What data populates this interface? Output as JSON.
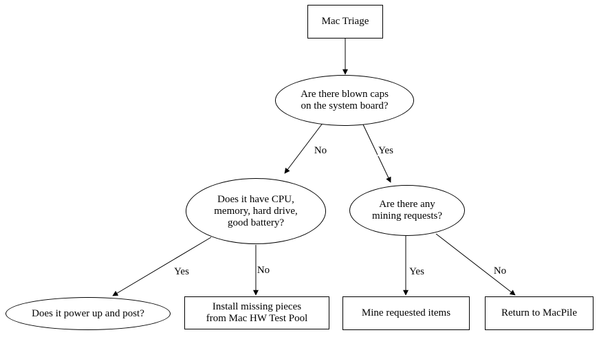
{
  "diagram": {
    "type": "flowchart",
    "root_label": "Mac Triage",
    "nodes": {
      "mac_triage": {
        "label": "Mac Triage",
        "shape": "box"
      },
      "blown_caps": {
        "line1": "Are there blown caps",
        "line2": "on the system board?",
        "shape": "ellipse"
      },
      "cpu_check": {
        "line1": "Does it have CPU,",
        "line2": "memory, hard drive,",
        "line3": "good battery?",
        "shape": "ellipse"
      },
      "mining_requests": {
        "line1": "Are there any",
        "line2": "mining requests?",
        "shape": "ellipse"
      },
      "power_post": {
        "label": "Does it power up and post?",
        "shape": "ellipse"
      },
      "install_pieces": {
        "line1": "Install missing pieces",
        "line2": "from Mac HW Test Pool",
        "shape": "box"
      },
      "mine_items": {
        "label": "Mine requested items",
        "shape": "box"
      },
      "return_macpile": {
        "label": "Return to MacPile",
        "shape": "box"
      }
    },
    "edges": {
      "triage_to_caps": {
        "label": ""
      },
      "caps_no": {
        "label": "No",
        "from": "blown_caps",
        "to": "cpu_check"
      },
      "caps_yes": {
        "label": "Yes",
        "from": "blown_caps",
        "to": "mining_requests"
      },
      "cpu_yes": {
        "label": "Yes",
        "from": "cpu_check",
        "to": "power_post"
      },
      "cpu_no": {
        "label": "No",
        "from": "cpu_check",
        "to": "install_pieces"
      },
      "mining_yes": {
        "label": "Yes",
        "from": "mining_requests",
        "to": "mine_items"
      },
      "mining_no": {
        "label": "No",
        "from": "mining_requests",
        "to": "return_macpile"
      }
    },
    "colors": {
      "stroke": "#000000",
      "fill": "#ffffff",
      "text": "#000000"
    }
  }
}
